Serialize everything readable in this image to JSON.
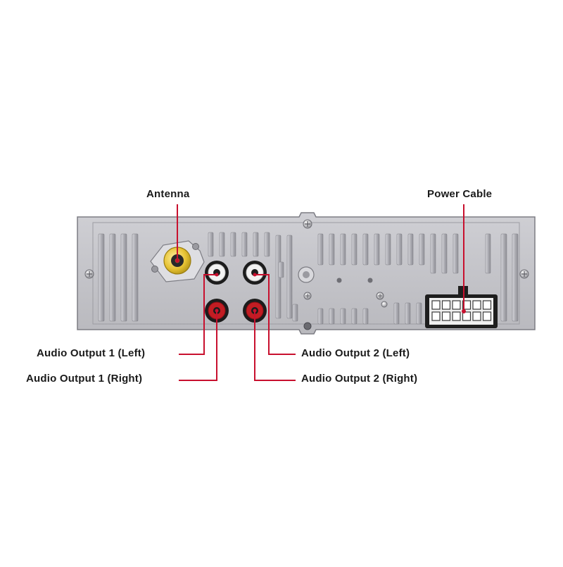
{
  "labels": {
    "antenna": "Antenna",
    "power_cable": "Power Cable",
    "audio_output_1_left": "Audio Output 1 (Left)",
    "audio_output_1_right": "Audio Output 1 (Right)",
    "audio_output_2_left": "Audio Output 2 (Left)",
    "audio_output_2_right": "Audio Output 2 (Right)"
  },
  "colors": {
    "panel": "#c3c3c8",
    "rib": "#a3a3a9",
    "antenna_connector": "#e6c233",
    "rca_white": "#f2f2f2",
    "rca_red": "#c21d23",
    "callout_line": "#c8102e"
  }
}
